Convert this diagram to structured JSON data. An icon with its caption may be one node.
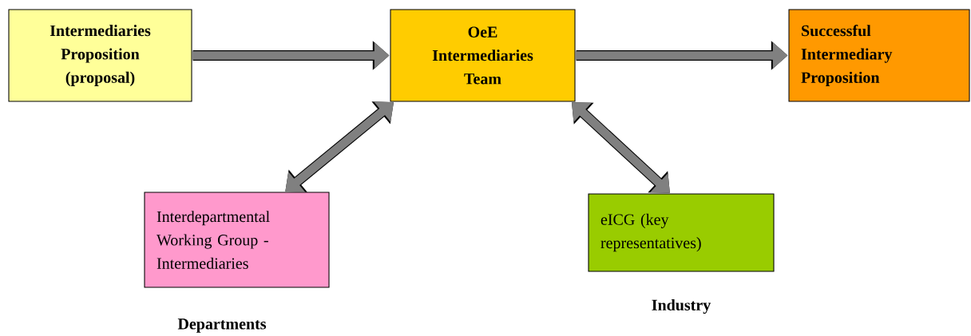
{
  "diagram": {
    "nodes": [
      {
        "text": [
          "Intermediaries Proposition (proposal)"
        ]
      },
      {
        "text": [
          "OeE Intermediaries Team"
        ]
      },
      {
        "text": [
          "Successful Intermediary Proposition"
        ]
      },
      {
        "text": [
          "Interdepartmental Working Group - Intermediaries"
        ],
        "beside": [
          "Departments"
        ]
      },
      {
        "text": [
          "eICG (key representatives)"
        ],
        "beside": [
          "Industry"
        ]
      }
    ],
    "edges": [
      {
        "from": 0,
        "to": 1,
        "arrow": "to"
      },
      {
        "from": 1,
        "to": 2,
        "arrow": "to"
      },
      {
        "from": 3,
        "to": 1,
        "arrow": "both"
      },
      {
        "from": 4,
        "to": 1,
        "arrow": "both"
      }
    ]
  }
}
